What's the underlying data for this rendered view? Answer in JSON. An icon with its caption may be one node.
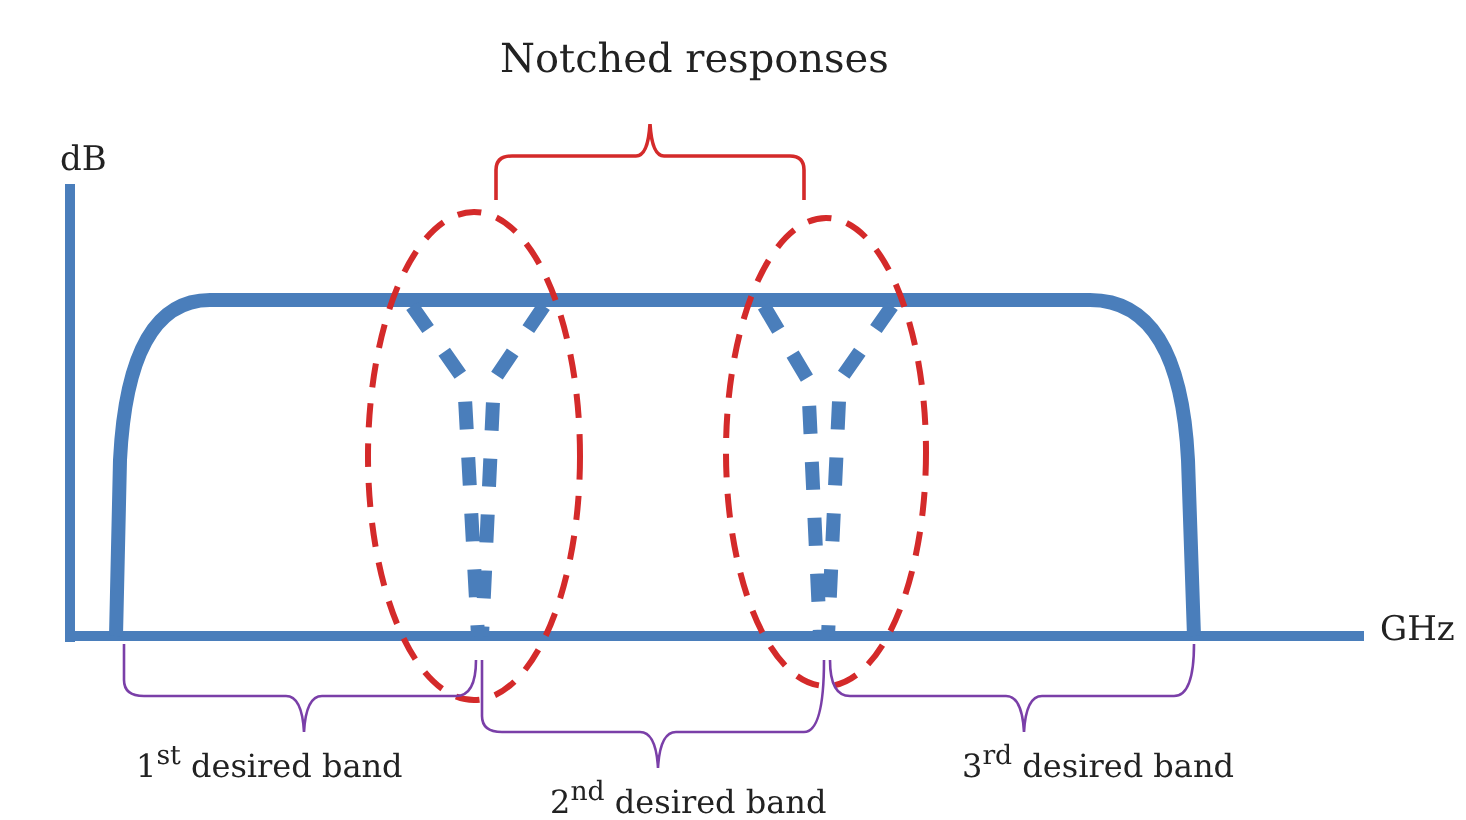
{
  "diagram": {
    "labels": [
      "Notched responses",
      "dB",
      "GHz",
      "1$^{st}$ desired band",
      "2$^{nd}$ desired band",
      "3$^{rd}$ desired band"
    ]
  }
}
